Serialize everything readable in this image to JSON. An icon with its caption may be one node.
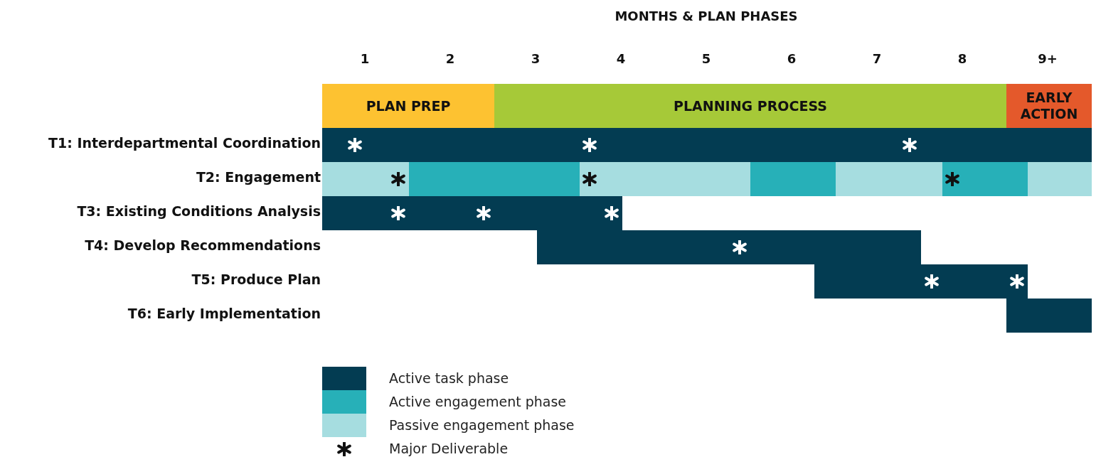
{
  "diagram": {
    "title": "MONTHS & PLAN PHASES",
    "nodes": [
      {
        "text": [
          "PLAN PREP"
        ]
      },
      {
        "text": [
          "PLANNING PROCESS"
        ]
      },
      {
        "text": [
          "EARLY ACTION"
        ]
      },
      {
        "text": [],
        "shape": "bar"
      },
      {
        "text": [],
        "shape": "bar"
      },
      {
        "text": [],
        "shape": "bar"
      },
      {
        "text": [],
        "shape": "bar"
      },
      {
        "text": [],
        "shape": "bar"
      },
      {
        "text": [],
        "shape": "bar"
      },
      {
        "text": [],
        "shape": "bar"
      },
      {
        "text": [],
        "shape": "bar"
      },
      {
        "text": [],
        "shape": "bar"
      },
      {
        "text": [],
        "shape": "bar"
      },
      {
        "text": [],
        "shape": "bar"
      },
      {
        "text": [],
        "shape": "bar"
      }
    ],
    "labels": [
      "1",
      "2",
      "3",
      "4",
      "5",
      "6",
      "7",
      "8",
      "9+",
      "T1: Interdepartmental Coordination",
      "T2: Engagement",
      "T3: Existing Conditions Analysis",
      "T4: Develop Recommendations",
      "T5: Produce Plan",
      "T6: Early Implementation"
    ],
    "legend": [
      {
        "text": "Active task phase",
        "color": "#033c52"
      },
      {
        "text": "Active engagement phase",
        "color": "#27b0b8"
      },
      {
        "text": "Passive engagement phase",
        "color": "#a6dde0"
      },
      {
        "text": "Major Deliverable"
      }
    ]
  }
}
